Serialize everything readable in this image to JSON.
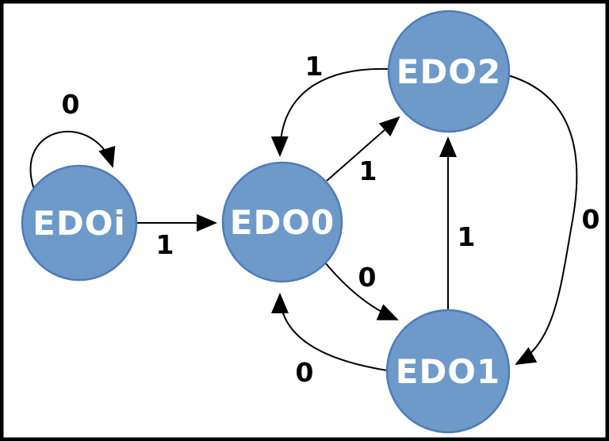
{
  "diagram": {
    "type": "state-machine",
    "colors": {
      "background": "#ffffff",
      "frame": "#000000",
      "node_fill": "#6e9ac9",
      "node_stroke": "#4f7cba",
      "node_text": "#ffffff",
      "edge": "#000000",
      "edge_label": "#000000"
    },
    "nodes": [
      {
        "id": "EDOi",
        "label": "EDOi"
      },
      {
        "id": "EDO0",
        "label": "EDO0"
      },
      {
        "id": "EDO2",
        "label": "EDO2"
      },
      {
        "id": "EDO1",
        "label": "EDO1"
      }
    ],
    "edges": [
      {
        "from": "EDOi",
        "to": "EDOi",
        "label": "0"
      },
      {
        "from": "EDOi",
        "to": "EDO0",
        "label": "1"
      },
      {
        "from": "EDO0",
        "to": "EDO2",
        "label": "1"
      },
      {
        "from": "EDO2",
        "to": "EDO0",
        "label": "1"
      },
      {
        "from": "EDO0",
        "to": "EDO1",
        "label": "0"
      },
      {
        "from": "EDO1",
        "to": "EDO0",
        "label": "0"
      },
      {
        "from": "EDO1",
        "to": "EDO2",
        "label": "1"
      },
      {
        "from": "EDO2",
        "to": "EDO1",
        "label": "0"
      }
    ]
  }
}
